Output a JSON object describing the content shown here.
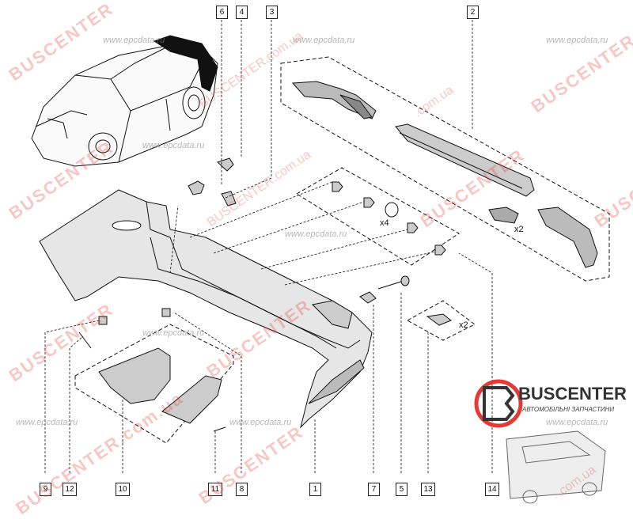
{
  "callouts": {
    "c6": "6",
    "c4": "4",
    "c3": "3",
    "c2": "2",
    "c9": "9",
    "c12": "12",
    "c10": "10",
    "c11": "11",
    "c8": "8",
    "c1": "1",
    "c7": "7",
    "c5": "5",
    "c13": "13",
    "c14": "14"
  },
  "quantities": {
    "q4": "x4",
    "q2a": "x2",
    "q2b": "x2"
  },
  "watermarks": {
    "brand": "BUSCENTER",
    "site": "BUSCENTER.com.ua",
    "epc": "www.epcdata.ru",
    "epc_short": "www.epcdata.ru",
    "site_tail": ".com.ua"
  },
  "logo": {
    "name": "BUSCENTER",
    "tagline": "АВТОМОБІЛЬНІ ЗАПЧАСТИНИ",
    "accent": "#e53935"
  },
  "icons": [
    "car-icon",
    "bus-icon"
  ]
}
